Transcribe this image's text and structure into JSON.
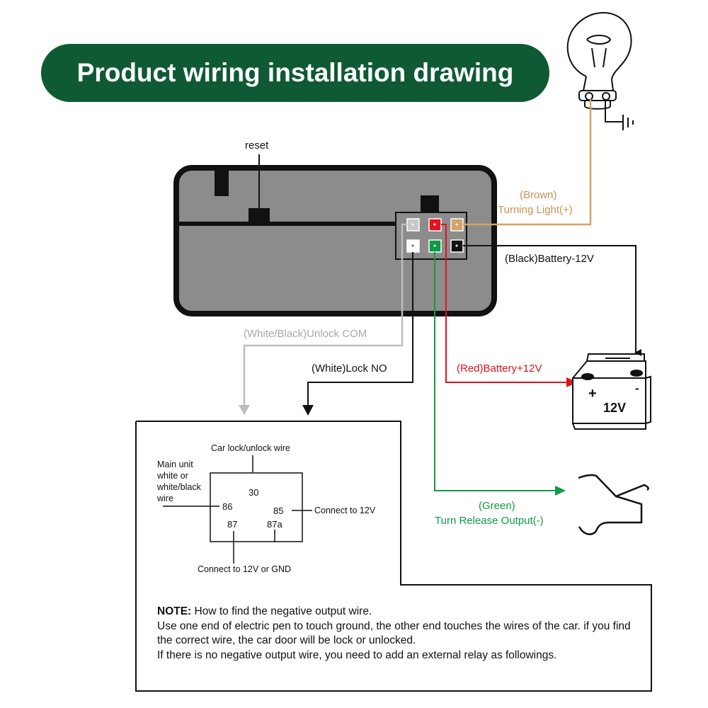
{
  "title": "Product wiring installation drawing",
  "device": {
    "reset_label": "reset"
  },
  "wires": {
    "brown_line1": "(Brown)",
    "brown_line2": "Turning Light(+)",
    "black": "(Black)Battery-12V",
    "white_black": "(White/Black)Unlock COM",
    "white": "(White)Lock NO",
    "red": "(Red)Battery+12V",
    "green_line1": "(Green)",
    "green_line2": "Turn Release Output(-)"
  },
  "battery": {
    "voltage": "12V",
    "plus": "+",
    "minus": "-"
  },
  "relay": {
    "top_label": "Car lock/unlock wire",
    "left_label_lines": [
      "Main unit",
      "white or",
      "white/black",
      "wire"
    ],
    "right_label": "Connect to 12V",
    "bottom_label": "Connect to 12V or GND",
    "pin_30": "30",
    "pin_86": "86",
    "pin_85": "85",
    "pin_87": "87",
    "pin_87a": "87a"
  },
  "note": {
    "heading": "NOTE:",
    "first_line": "How to find the negative output wire.",
    "line2": "Use one end of electric pen to touch ground, the other end touches the wires of the car. if you find the correct wire, the car door will be lock or unlocked.",
    "line3": "If there is no negative output wire, you need to add an external relay as followings."
  },
  "colors": {
    "title_bg": "#0f5a34",
    "brown": "#d4a26a",
    "red": "#e0141e",
    "green": "#119a45",
    "gray_wire": "#bdbdbd",
    "device_body": "#8c8c8c"
  }
}
